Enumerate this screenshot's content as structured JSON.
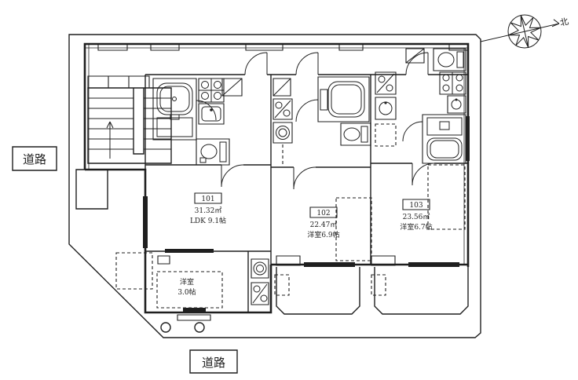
{
  "drawing": {
    "background": "#ffffff",
    "line_color": "#1f1f1f",
    "road_label_left": "道路",
    "road_label_bottom": "道路",
    "compass": {
      "north_label": "北"
    },
    "units": [
      {
        "id": "101",
        "area": "31.32㎡",
        "room": "LDK 9.1帖"
      },
      {
        "id": "102",
        "area": "22.47㎡",
        "room": "洋室6.9帖"
      },
      {
        "id": "103",
        "area": "23.56㎡",
        "room": "洋室6.7帖"
      }
    ],
    "annex_room": {
      "name": "洋室",
      "size": "3.0帖"
    },
    "fixture_icons": [
      "stairs-icon",
      "bathtub-icon",
      "toilet-icon",
      "kitchen-stove-icon",
      "sink-icon",
      "washing-machine-icon",
      "compass-rose-icon",
      "door-arc"
    ]
  }
}
